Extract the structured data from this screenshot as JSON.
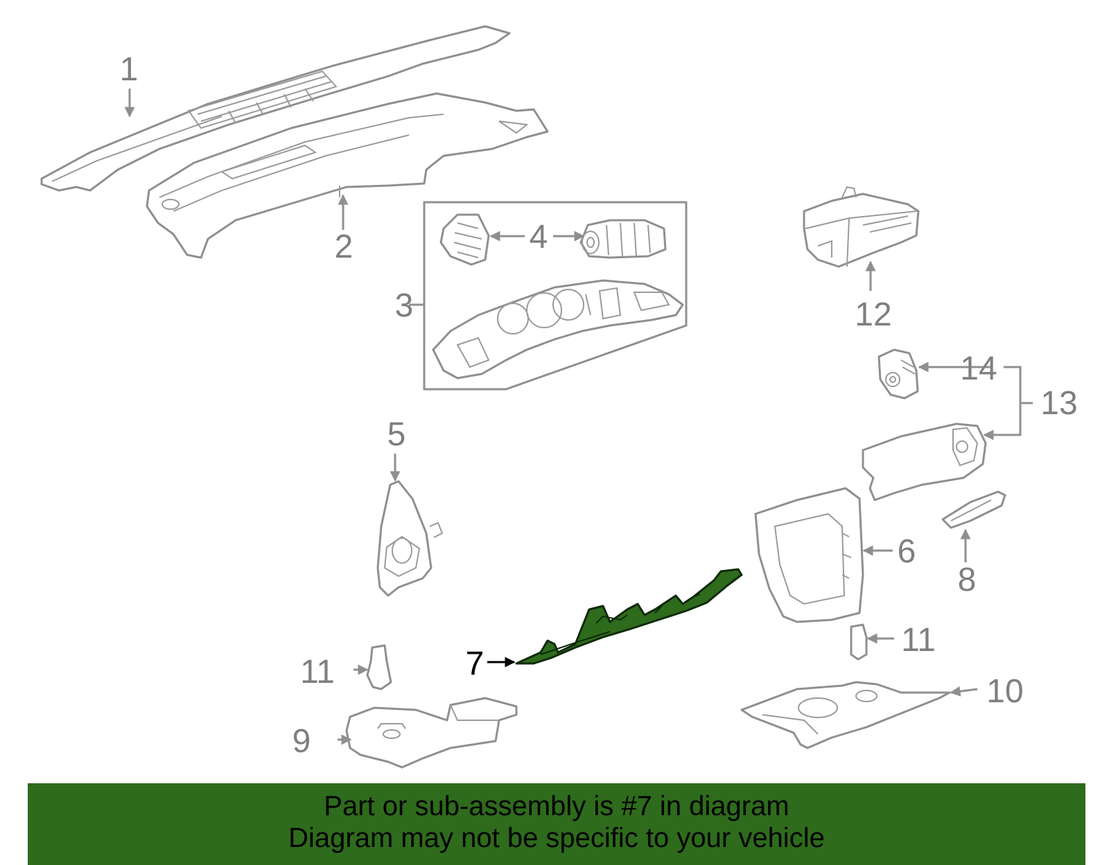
{
  "callouts": {
    "c1": "1",
    "c2": "2",
    "c3": "3",
    "c4": "4",
    "c5": "5",
    "c6": "6",
    "c7": "7",
    "c8": "8",
    "c9": "9",
    "c10": "10",
    "c11a": "11",
    "c11b": "11",
    "c12": "12",
    "c13": "13",
    "c14": "14"
  },
  "highlight": {
    "part_number": "7",
    "color": "#2e6b1c"
  },
  "banner": {
    "line1": "Part or sub-assembly is #7 in diagram",
    "line2": "Diagram may not be specific to your vehicle",
    "background": "#2e6b1c"
  }
}
